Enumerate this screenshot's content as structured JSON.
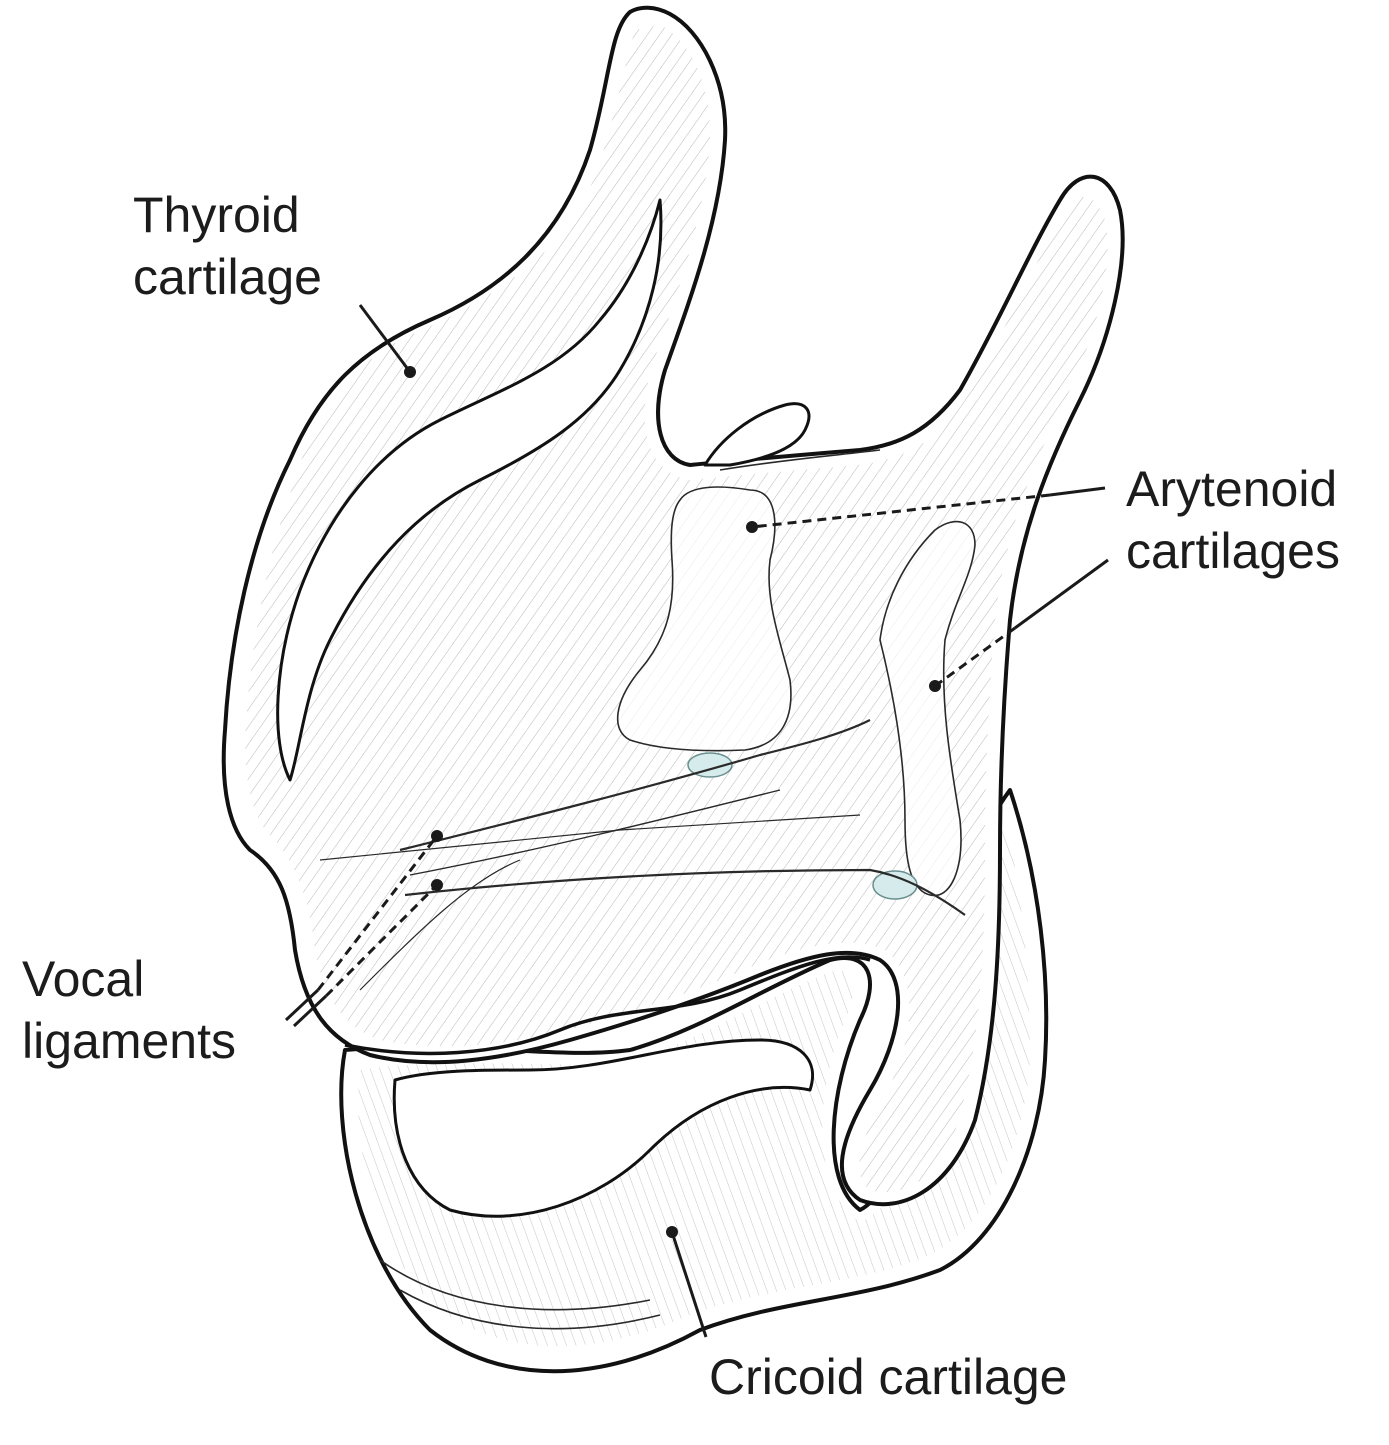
{
  "labels": {
    "thyroid": [
      "Thyroid",
      "cartilage"
    ],
    "arytenoid": [
      "Arytenoid",
      "cartilages"
    ],
    "vocal": [
      "Vocal",
      "ligaments"
    ],
    "cricoid": "Cricoid cartilage"
  },
  "colors": {
    "line": "#111111",
    "hatch": "#9a9a9a",
    "tint": "#d6ecec"
  }
}
